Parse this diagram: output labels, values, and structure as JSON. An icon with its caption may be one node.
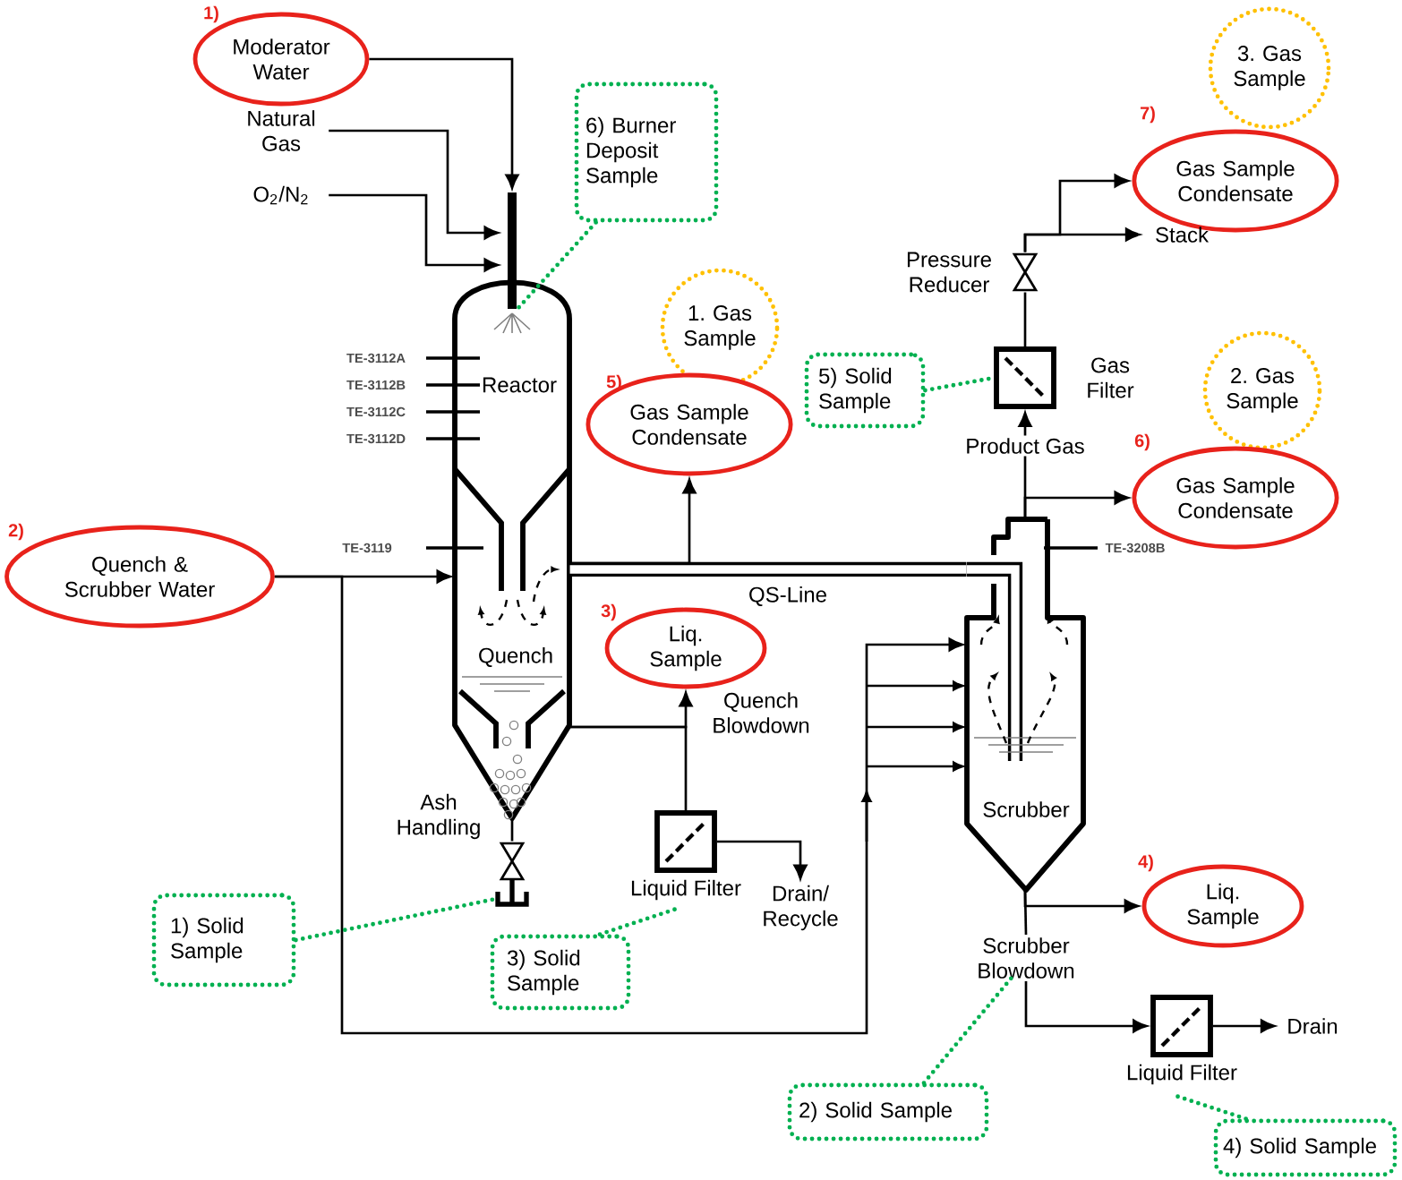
{
  "diagram": {
    "nodes": [
      {
        "text": [
          "Moderator Water"
        ],
        "beside": [
          "1)"
        ]
      },
      {
        "text": [
          "Natural Gas"
        ]
      },
      {
        "text": [
          "O$_{2}$/N$_{2}$"
        ]
      },
      {
        "text": [
          "6) Burner Deposit Sample"
        ]
      },
      {
        "text": [],
        "shape": "bar"
      },
      {
        "text": [
          "Reactor",
          "Quench"
        ]
      },
      {
        "text": [
          "3. Gas Sample"
        ]
      },
      {
        "text": [
          "Gas Sample Condensate"
        ],
        "beside": [
          "7)"
        ]
      },
      {
        "text": [
          "Stack"
        ]
      },
      {
        "text": [
          "Pressure Reducer"
        ]
      },
      {
        "text": [
          "Gas Filter"
        ]
      },
      {
        "text": [
          "5) Solid Sample"
        ]
      },
      {
        "text": [
          "1. Gas Sample"
        ]
      },
      {
        "text": [
          "Gas Sample Condensate"
        ],
        "beside": [
          "5)"
        ]
      },
      {
        "text": [
          "2. Gas Sample"
        ]
      },
      {
        "text": [
          "Gas Sample Condensate"
        ],
        "beside": [
          "6)"
        ]
      },
      {
        "text": [
          "Quench & Scrubber Water"
        ],
        "beside": [
          "2)"
        ]
      },
      {
        "text": [
          "Liq. Sample"
        ],
        "beside": [
          "3)"
        ]
      },
      {
        "text": [
          "Scrubber"
        ]
      },
      {
        "text": [
          "Liquid Filter"
        ]
      },
      {
        "text": [
          "Drain/ Recycle"
        ]
      },
      {
        "text": [
          "Liq. Sample"
        ],
        "beside": [
          "4)"
        ]
      },
      {
        "text": [
          "Ash Handling"
        ]
      },
      {
        "text": [
          "1) Solid Sample"
        ]
      },
      {
        "text": [
          "3) Solid Sample"
        ]
      },
      {
        "text": [
          "Scrubber Blowdown"
        ]
      },
      {
        "text": [
          "Liquid Filter"
        ]
      },
      {
        "text": [
          "Drain"
        ]
      },
      {
        "text": [
          "2) Solid Sample"
        ]
      },
      {
        "text": [
          "4) Solid Sample"
        ]
      }
    ],
    "edges": [
      {
        "from": 0,
        "to": 4,
        "arrow": "to"
      },
      {
        "from": 1,
        "to": 4,
        "arrow": "to"
      },
      {
        "from": 2,
        "to": 4,
        "arrow": "to"
      },
      {
        "from": 3,
        "to": 4,
        "arrow": "none",
        "style": "dashed",
        "color": "#00b050"
      },
      {
        "from": 5,
        "to": 18,
        "arrow": "none",
        "style": "thick",
        "label": "QS-Line"
      },
      {
        "from": 5,
        "to": 13,
        "arrow": "to"
      },
      {
        "from": 18,
        "to": 10,
        "arrow": "to",
        "label": "Product Gas"
      },
      {
        "from": 18,
        "to": 15,
        "arrow": "to"
      },
      {
        "from": 10,
        "to": 9,
        "arrow": "none"
      },
      {
        "from": 9,
        "to": 8,
        "arrow": "to"
      },
      {
        "from": 9,
        "to": 7,
        "arrow": "to"
      },
      {
        "from": 11,
        "to": 10,
        "arrow": "none",
        "style": "dashed",
        "color": "#00b050"
      },
      {
        "from": 16,
        "to": 5,
        "arrow": "to"
      },
      {
        "from": 16,
        "to": 18,
        "arrow": "to"
      },
      {
        "from": 5,
        "to": 17,
        "arrow": "to",
        "label": "Quench Blowdown"
      },
      {
        "from": 5,
        "to": 19,
        "arrow": "none"
      },
      {
        "from": 19,
        "to": 20,
        "arrow": "to"
      },
      {
        "from": 18,
        "to": 21,
        "arrow": "to"
      },
      {
        "from": 18,
        "to": 25,
        "arrow": "none"
      },
      {
        "from": 25,
        "to": 26,
        "arrow": "to"
      },
      {
        "from": 26,
        "to": 27,
        "arrow": "to"
      },
      {
        "from": 5,
        "to": 22,
        "arrow": "none"
      },
      {
        "from": 23,
        "to": 22,
        "arrow": "none",
        "style": "dashed",
        "color": "#00b050"
      },
      {
        "from": 24,
        "to": 19,
        "arrow": "none",
        "style": "dashed",
        "color": "#00b050"
      },
      {
        "from": 28,
        "to": 25,
        "arrow": "none",
        "style": "dashed",
        "color": "#00b050"
      },
      {
        "from": 29,
        "to": 26,
        "arrow": "none",
        "style": "dashed",
        "color": "#00b050"
      }
    ],
    "labels": [
      "TE-3112A",
      "TE-3112B",
      "TE-3112C",
      "TE-3112D",
      "TE-3119",
      "TE-3208B"
    ]
  }
}
